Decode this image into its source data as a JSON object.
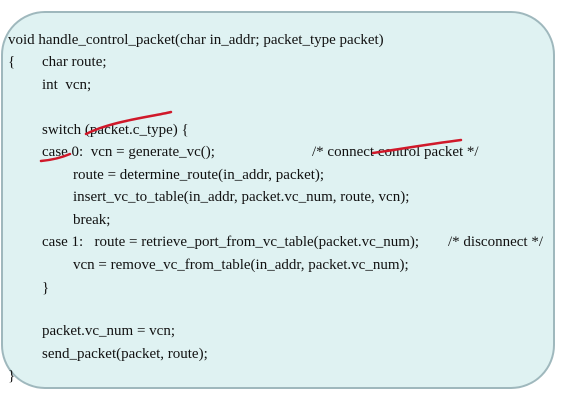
{
  "code_lines": [
    "void handle_control_packet(char in_addr; packet_type packet)",
    "{",
    "char route;",
    "int  vcn;",
    "switch (packet.c_type) {",
    "case 0:  vcn = generate_vc();",
    "/* connect control packet */",
    "route = determine_route(in_addr, packet);",
    "insert_vc_to_table(in_addr, packet.vc_num, route, vcn);",
    "break;",
    "case 1:   route = retrieve_port_from_vc_table(packet.vc_num);",
    "/* disconnect */",
    "vcn = remove_vc_from_table(in_addr, packet.vc_num);",
    "}",
    "packet.vc_num = vcn;",
    "send_packet(packet, route);",
    "}"
  ],
  "colors": {
    "panel_fill": "#dff2f2",
    "panel_border": "#9fb8bd",
    "annotation_ink": "#d0192a"
  }
}
